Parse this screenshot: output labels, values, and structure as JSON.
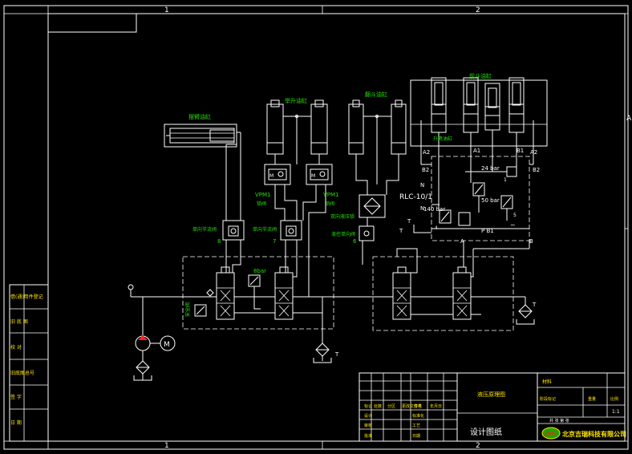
{
  "frame": {
    "zone_top_1": "1",
    "zone_top_2": "2",
    "zone_bottom_1": "1",
    "zone_bottom_2": "2",
    "zone_right_a": "A"
  },
  "labels": {
    "cyl_left": "摆臂油缸",
    "cyl_mid": "举升油缸",
    "cyl_right1": "翻斗油缸",
    "cyl_right2": "前斗油缸",
    "cyl_right3": "升降油缸",
    "vpm_left": "VPM1",
    "vpm_right": "VPM1",
    "vpm_left_sub": "锁阀",
    "vpm_right_sub": "锁阀",
    "rlc": "RLC-10/1",
    "b24": "24 bar",
    "b50": "50 bar",
    "b140": "140 bar",
    "b8": "8bar",
    "pb": "P B1",
    "n8": "8",
    "n7": "7",
    "n6": "6",
    "n5": "5",
    "n1": "1",
    "n4": "4",
    "t1": "T",
    "t2": "T",
    "t3": "T",
    "ports": {
      "A2l": "A2",
      "A1": "A1",
      "B1": "B1",
      "A2r": "A2",
      "B2l": "B2",
      "B2r": "B2",
      "N": "N",
      "Nb": "N",
      "A": "A",
      "B": "B",
      "T": "T"
    },
    "v8_label": "单向节流阀",
    "v7_label": "单向节流阀",
    "v6_label": "液控单向阀",
    "vdual": "双向液压锁",
    "motor": "M",
    "pump_side": "安全阀"
  },
  "left_table": [
    "借(通)用件登记",
    "旧 底 图",
    "校 对",
    "旧底图总号",
    "签 字",
    "日 期"
  ],
  "title_block": {
    "drawing_name": "液压原理图",
    "stage": "设计图纸",
    "rows_left": [
      [
        "标记",
        "处数",
        "分区",
        "更改文件号",
        "签名",
        "年月日"
      ],
      [
        "设计",
        "标准化"
      ],
      [
        "审核",
        "工艺"
      ],
      [
        "批准",
        "日期"
      ]
    ],
    "material": "材料",
    "weight": "重量",
    "scale": "比例",
    "scale_value": "1:1",
    "stage_mark": "阶段标记",
    "sheets": "共 张 第 张",
    "company": "北京吉瑞科技有限公司",
    "logo": "JRS"
  }
}
